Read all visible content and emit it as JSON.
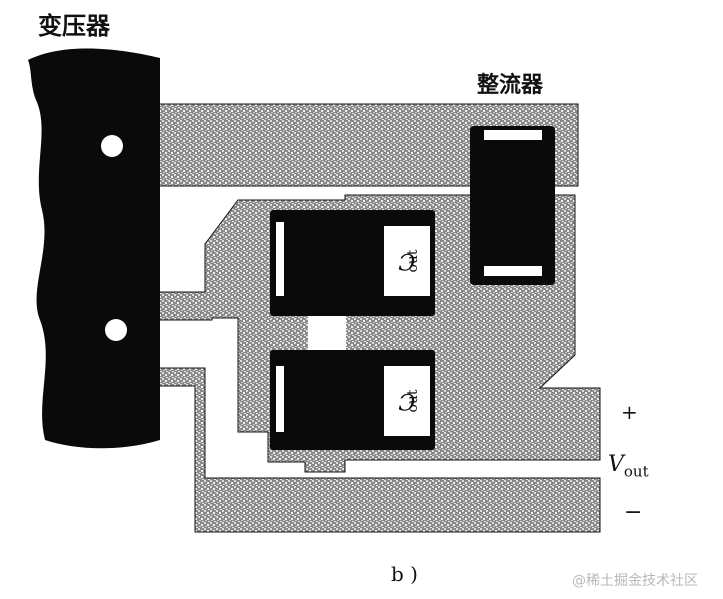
{
  "labels": {
    "transformer": "变压器",
    "rectifier": "整流器",
    "capacitor_symbol": "C",
    "capacitor_subscript": "out",
    "output_voltage_symbol": "V",
    "output_voltage_subscript": "out",
    "plus_terminal": "+",
    "minus_terminal": "−",
    "figure_caption": "b )",
    "watermark": "@稀土掘金技术社区"
  },
  "colors": {
    "component": "#0a0a0a",
    "copper_base": "#8a8a8a",
    "copper_texture": "#dcdcdc",
    "background": "#ffffff"
  }
}
